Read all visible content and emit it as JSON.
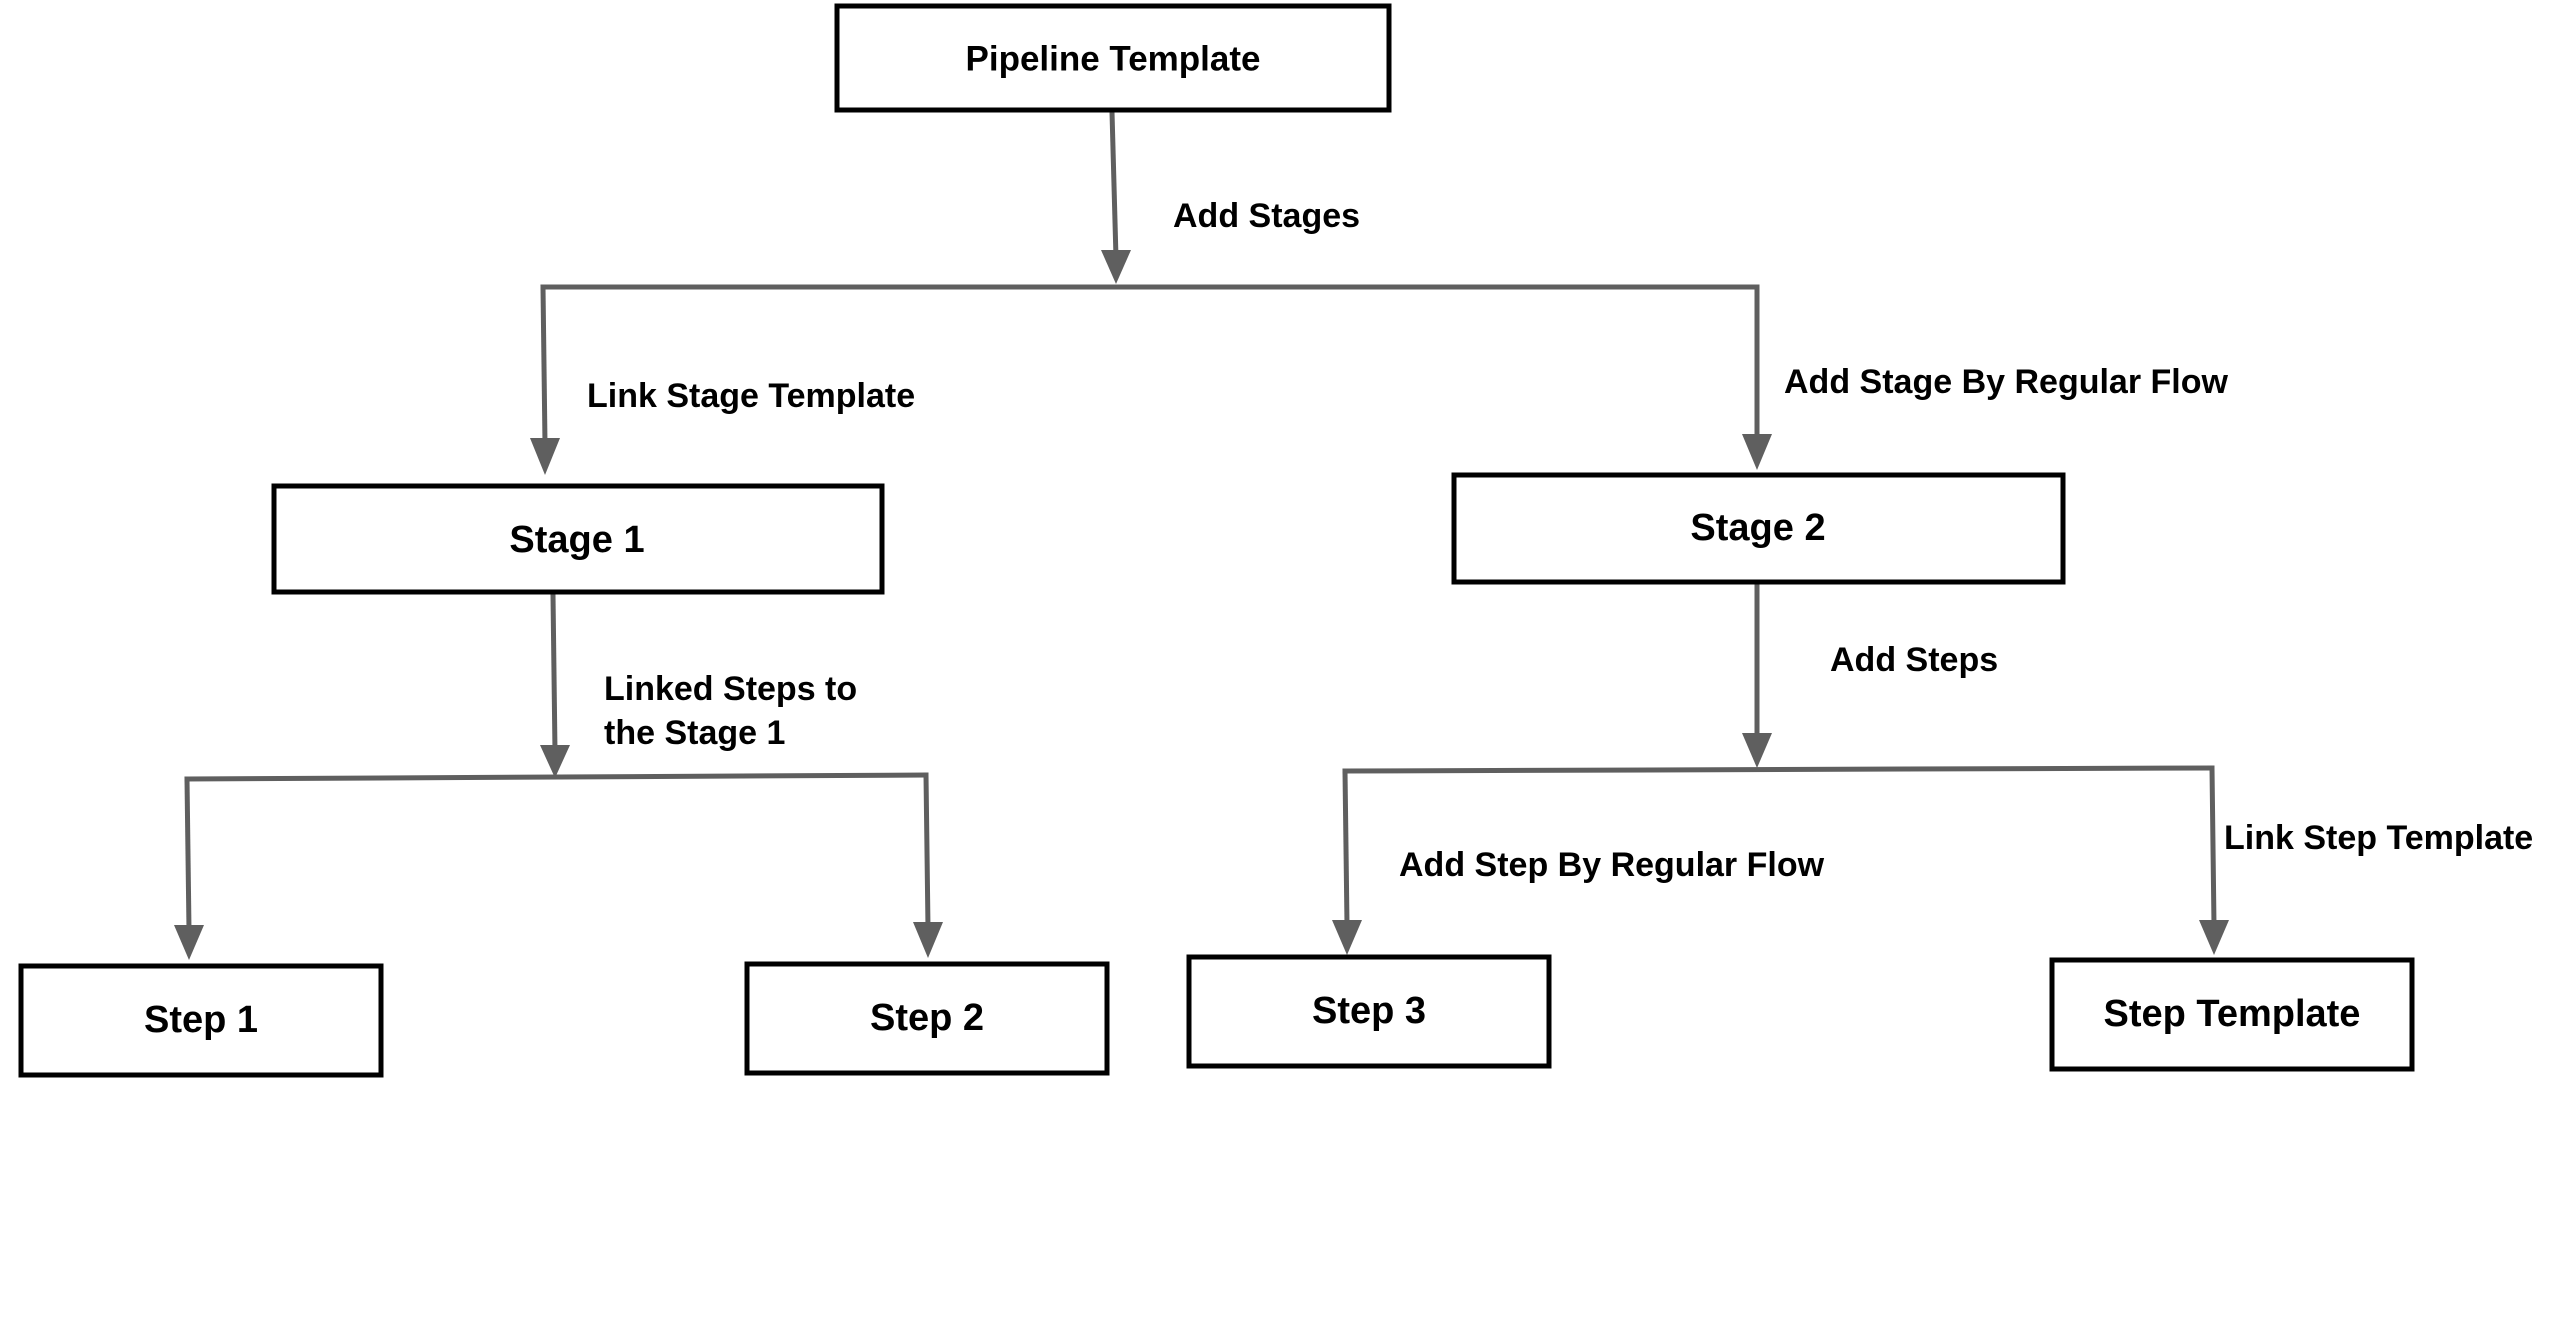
{
  "diagram": {
    "nodes": {
      "pipeline_template": "Pipeline Template",
      "stage_1": "Stage 1",
      "stage_2": "Stage 2",
      "step_1": "Step 1",
      "step_2": "Step 2",
      "step_3": "Step 3",
      "step_template": "Step Template"
    },
    "edges": {
      "add_stages": "Add Stages",
      "link_stage_template": "Link Stage Template",
      "add_stage_by_regular_flow": "Add Stage By Regular Flow",
      "linked_steps_line1": "Linked Steps to",
      "linked_steps_line2": "the Stage 1",
      "add_steps": "Add Steps",
      "add_step_by_regular_flow": "Add Step By Regular Flow",
      "link_step_template": "Link Step Template"
    },
    "colors": {
      "connector": "#5f5f5f",
      "box_border": "#000000",
      "text": "#000000",
      "background": "#ffffff"
    }
  }
}
